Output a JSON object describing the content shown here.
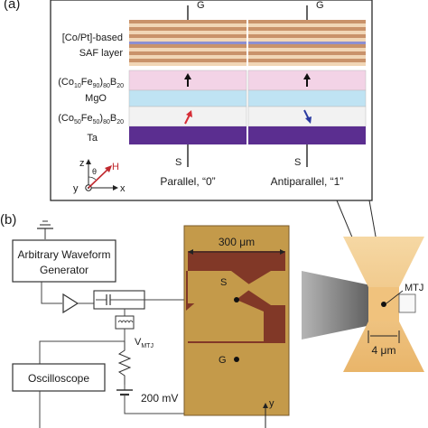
{
  "panel_a": {
    "label": "(a)",
    "top_terminal": "G",
    "bottom_terminal": "S",
    "layer_labels": {
      "saf_line1": "[Co/Pt]-based",
      "saf_line2": "SAF layer",
      "free_layer": "(Co10Fe90)80B20",
      "barrier": "MgO",
      "ref_layer": "(Co50Fe50)80B20",
      "seed": "Ta"
    },
    "stacks": [
      {
        "caption": "Parallel, “0”",
        "free_arrow": "up",
        "ref_arrow": "up"
      },
      {
        "caption": "Antiparallel, “1”",
        "free_arrow": "up",
        "ref_arrow": "down"
      }
    ],
    "axes": {
      "z": "z",
      "y": "y",
      "x": "x",
      "theta": "θ",
      "field": "H"
    },
    "colors": {
      "saf_stripe_a": "#c9926a",
      "saf_stripe_b": "#f1d6b6",
      "saf_spacer": "#8c8fd2",
      "free": "#f3d3e6",
      "mgo": "#bfe3f3",
      "ref": "#f2f2f2",
      "ta": "#5b2e90",
      "field_arrow": "#c0292f",
      "ref_arrow_up": "#d62d36",
      "ref_arrow_down": "#2a3aa0"
    }
  },
  "panel_b": {
    "label": "(b)",
    "awg": {
      "line1": "Arbitrary Waveform",
      "line2": "Generator"
    },
    "oscilloscope": "Oscilloscope",
    "vmtj": "VMTJ",
    "voltage": "200 mV",
    "chip_width": "300 μm",
    "pad_s": "S",
    "pad_g": "G",
    "mtj": "MTJ",
    "scale": "4 μm",
    "axis_y": "y",
    "colors": {
      "chip": "#c49a4a",
      "chip_dark": "#7a2d23",
      "device": "#f0c27d",
      "device_dark": "#777777"
    }
  }
}
